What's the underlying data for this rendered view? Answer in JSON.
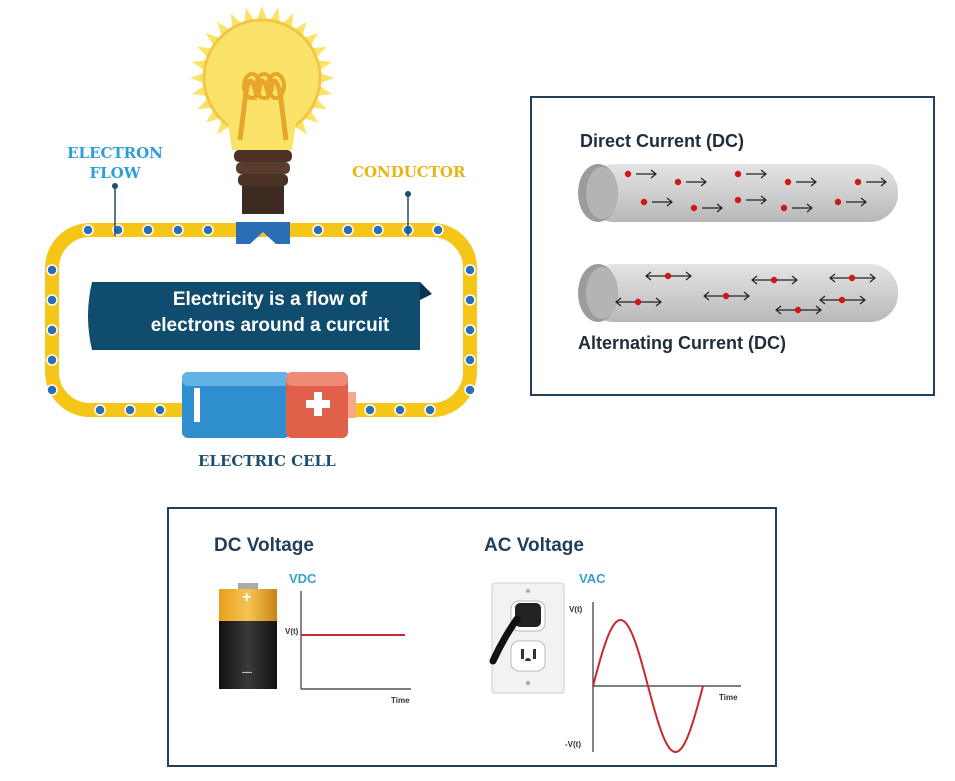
{
  "circuit": {
    "electron_flow_label": "ELECTRON\nFLOW",
    "conductor_label": "CONDUCTOR",
    "cell_label": "ELECTRIC CELL",
    "banner_line1": "Electricity is a flow of",
    "banner_line2": "electrons around a curcuit",
    "plus_symbol": "+",
    "minus_symbol": "|",
    "colors": {
      "wire": "#f5c518",
      "banner": "#0f4c6e",
      "electron": "#2a6fb5",
      "bulb": "#fbe36a",
      "cell_blue": "#2f8fce",
      "cell_red": "#e0604a"
    }
  },
  "currents": {
    "dc_title": "Direct Current (DC)",
    "ac_title": "Alternating Current (DC)"
  },
  "voltage": {
    "dc_title": "DC Voltage",
    "ac_title": "AC Voltage",
    "dc_graph_label": "VDC",
    "ac_graph_label": "VAC",
    "dc_y_label": "V(t)",
    "dc_x_label": "Time",
    "ac_y_top": "V(t)",
    "ac_y_bottom": "-V(t)",
    "ac_x_label": "Time",
    "battery_plus": "+",
    "battery_minus": "—"
  }
}
